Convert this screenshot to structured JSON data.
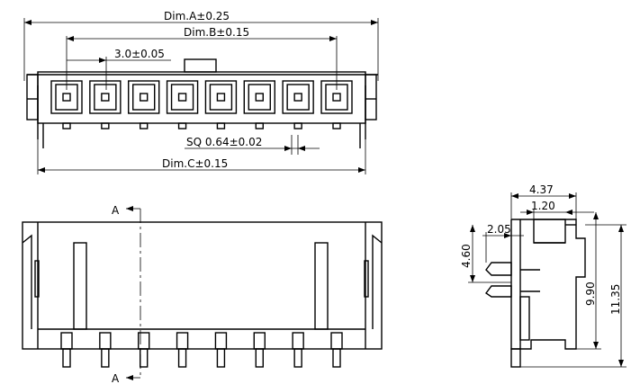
{
  "top_view": {
    "dim_a": "Dim.A±0.25",
    "dim_b": "Dim.B±0.15",
    "pitch": "3.0±0.05",
    "pin_size": "SQ  0.64±0.02",
    "dim_c": "Dim.C±0.15",
    "pin_count": 8
  },
  "front_view": {
    "section_label_top": "A",
    "section_label_bottom": "A"
  },
  "side_view": {
    "dim_437": "4.37",
    "dim_120": "1.20",
    "dim_205": "2.05",
    "dim_460": "4.60",
    "dim_990": "9.90",
    "dim_1135": "11.35"
  }
}
